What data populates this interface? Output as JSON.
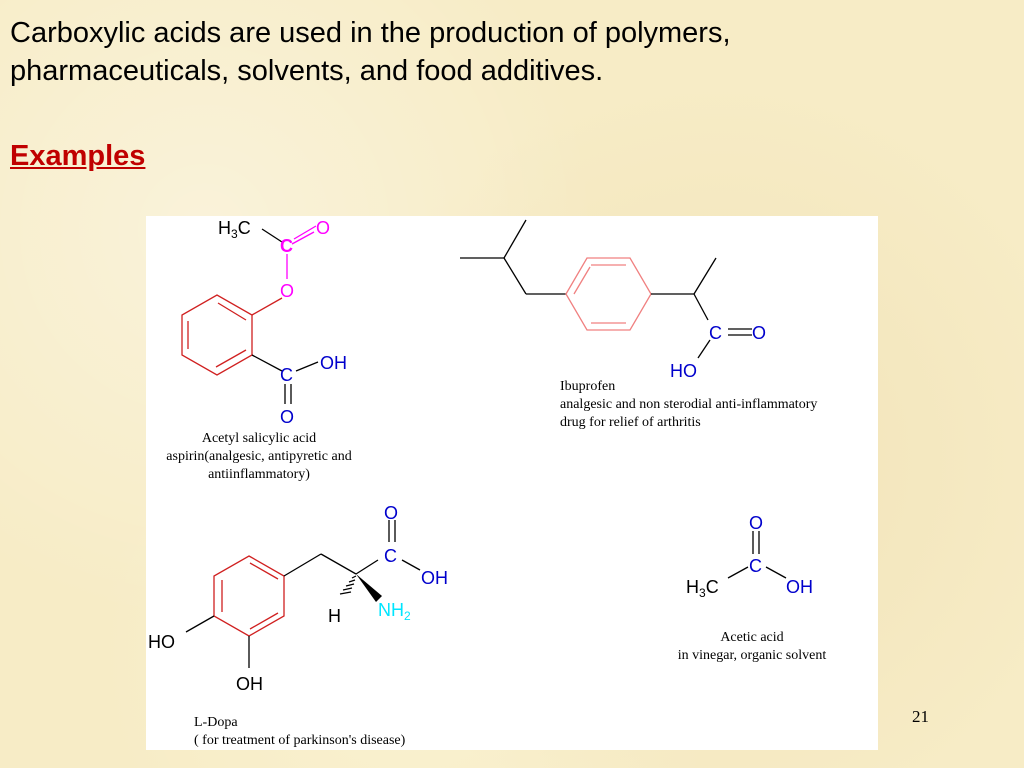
{
  "slide": {
    "intro_line1": "Carboxylic acids are used in the production of polymers,",
    "intro_line2": "pharmaceuticals, solvents, and food additives.",
    "heading": "Examples",
    "page_number": "21"
  },
  "molecules": {
    "aspirin": {
      "atoms": {
        "h3c_h": "H",
        "h3c_sub": "3",
        "h3c_c": "C",
        "c_top": "C",
        "o_top": "O",
        "o_ester": "O",
        "c_acid": "C",
        "oh": "OH",
        "o_bottom": "O"
      },
      "caption_line1": "Acetyl salicylic acid",
      "caption_line2": "aspirin(analgesic, antipyretic and",
      "caption_line3": "antiinflammatory)"
    },
    "ibuprofen": {
      "atoms": {
        "c": "C",
        "o": "O",
        "ho": "HO"
      },
      "caption_line1": "Ibuprofen",
      "caption_line2": "analgesic and non sterodial anti-inflammatory",
      "caption_line3": "drug for  relief of arthritis"
    },
    "ldopa": {
      "atoms": {
        "o": "O",
        "c": "C",
        "oh": "OH",
        "h": "H",
        "nh": "NH",
        "nh_sub": "2",
        "ho": "HO",
        "oh_bottom": "OH"
      },
      "caption_line1": "L-Dopa",
      "caption_line2": "( for treatment of parkinson's disease)"
    },
    "acetic": {
      "atoms": {
        "o": "O",
        "c": "C",
        "h3c_h": "H",
        "h3c_sub": "3",
        "h3c_c": "C",
        "oh": "OH"
      },
      "caption_line1": "Acetic acid",
      "caption_line2": "in vinegar, organic solvent"
    }
  },
  "colors": {
    "background": "#f7ecc6",
    "heading": "#c00000",
    "ring_red": "#d02020",
    "ring_pink": "#f08080",
    "magenta": "#ff00ff",
    "blue": "#0000cc",
    "cyan": "#00e5ff"
  }
}
